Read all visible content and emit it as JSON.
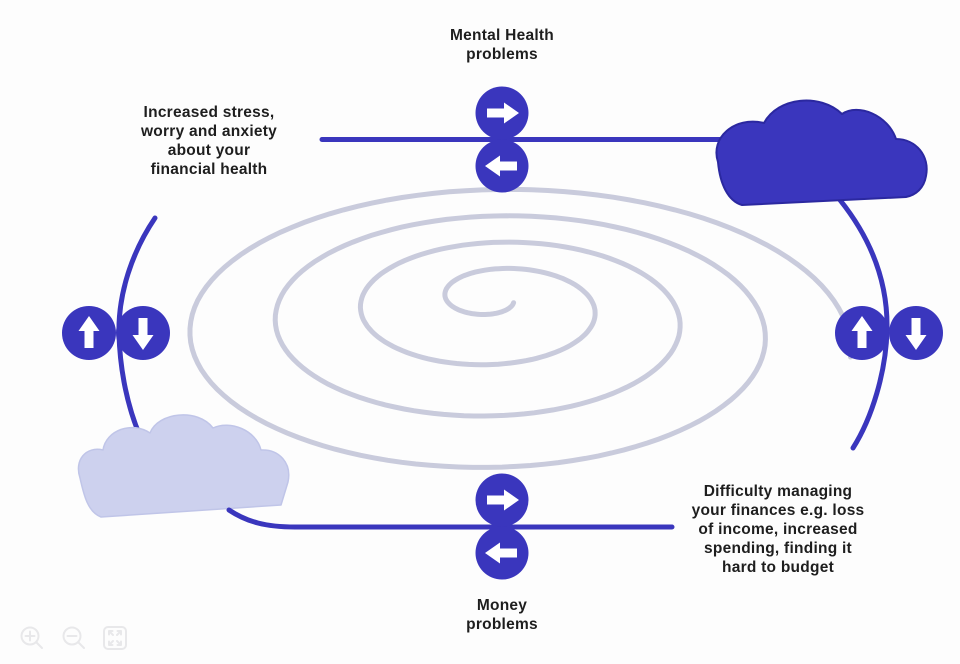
{
  "diagram": {
    "mental_health_label": "Mental Health\nproblems",
    "money_label": "Money\nproblems",
    "stress_label": "Increased stress,\nworry and anxiety\nabout your\nfinancial health",
    "difficulty_label": "Difficulty managing\nyour finances e.g. loss\nof income, increased\nspending, finding it\nhard to budget",
    "colors": {
      "primary": "#3a36bd",
      "primary_dark": "#2b28a0",
      "light_cloud": "#cdd1ee",
      "light_cloud_edge": "#c0c5e8",
      "spiral": "#c9cbdc",
      "text": "#1e1e1e",
      "background": "#fdfdfd",
      "controls": "#e8e8ea",
      "arrow": "#ffffff"
    },
    "icons": {
      "top_pair": [
        "arrow-right-icon",
        "arrow-left-icon"
      ],
      "bottom_pair": [
        "arrow-right-icon",
        "arrow-left-icon"
      ],
      "left_pair": [
        "arrow-up-icon",
        "arrow-down-icon"
      ],
      "right_pair": [
        "arrow-up-icon",
        "arrow-down-icon"
      ],
      "controls": [
        "zoom-in-icon",
        "zoom-out-icon",
        "fit-screen-icon"
      ]
    }
  }
}
